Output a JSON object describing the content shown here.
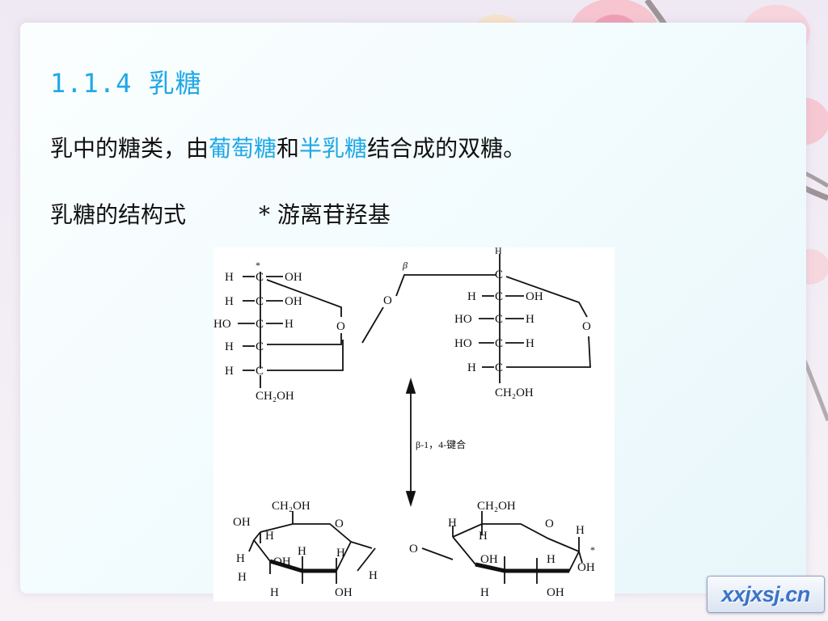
{
  "slide": {
    "title": "1.1.4 乳糖",
    "line1": {
      "part1": "乳中的糖类，由",
      "glucose": "葡萄糖",
      "part2": "和",
      "galactose": "半乳糖",
      "part3": "结合成的双糖。"
    },
    "line2": {
      "label": "乳糖的结构式",
      "note": "* 游离苷羟基"
    }
  },
  "figure": {
    "bond_label": "β-1，4-键合",
    "beta": "β",
    "oh": "OH",
    "ho": "HO",
    "h": "H",
    "o": "O",
    "c": "C",
    "ch2oh": "CH₂OH",
    "star": "*"
  },
  "watermark": "xxjxsj.cn",
  "colors": {
    "accent": "#1fa8e6",
    "text": "#111111"
  }
}
